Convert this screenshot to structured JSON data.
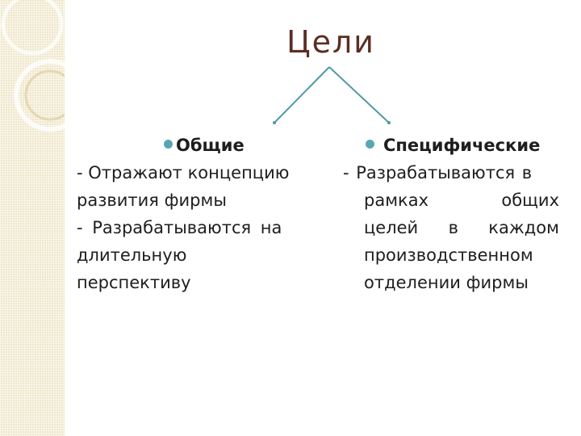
{
  "title": "Цели",
  "colors": {
    "title": "#5b2e22",
    "arrows": "#4f9aa6",
    "bullet": "#5aa6b0",
    "side_strip": "#efe6c9"
  },
  "left": {
    "heading": "Общие",
    "line1": "- Отражают концепцию",
    "line2": "развития фирмы",
    "line3": "- Разрабатываются на",
    "line4": "длительную",
    "line5": "перспективу"
  },
  "right": {
    "heading": "Специфические",
    "line1": "- Разрабатываются в",
    "line2a": "рамках",
    "line2b": "общих",
    "line3a": "целей",
    "line3b": "в",
    "line3c": "каждом",
    "line4": "производственном",
    "line5": "отделении фирмы"
  }
}
